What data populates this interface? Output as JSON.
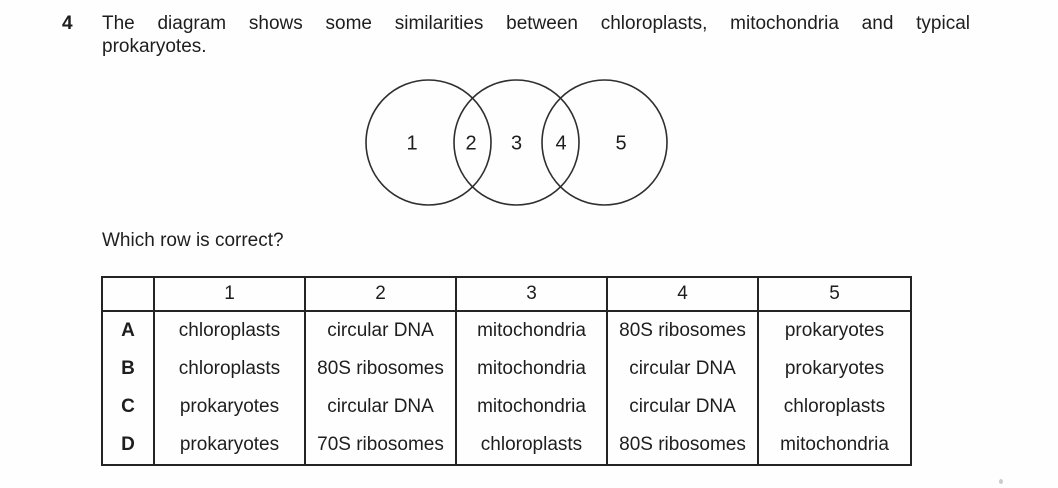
{
  "question": {
    "number": "4",
    "line1": "The diagram shows some similarities between chloroplasts, mitochondria and typical",
    "line2": "prokaryotes."
  },
  "venn": {
    "region_labels": [
      "1",
      "2",
      "3",
      "4",
      "5"
    ]
  },
  "prompt": "Which row is correct?",
  "table": {
    "headers": [
      "",
      "1",
      "2",
      "3",
      "4",
      "5"
    ],
    "rows": [
      {
        "label": "A",
        "cells": [
          "chloroplasts",
          "circular DNA",
          "mitochondria",
          "80S ribosomes",
          "prokaryotes"
        ]
      },
      {
        "label": "B",
        "cells": [
          "chloroplasts",
          "80S ribosomes",
          "mitochondria",
          "circular DNA",
          "prokaryotes"
        ]
      },
      {
        "label": "C",
        "cells": [
          "prokaryotes",
          "circular DNA",
          "mitochondria",
          "circular DNA",
          "chloroplasts"
        ]
      },
      {
        "label": "D",
        "cells": [
          "prokaryotes",
          "70S ribosomes",
          "chloroplasts",
          "80S ribosomes",
          "mitochondria"
        ]
      }
    ]
  },
  "colors": {
    "text": "#1e1e1e",
    "border": "#242424",
    "background": "#fefefe"
  }
}
